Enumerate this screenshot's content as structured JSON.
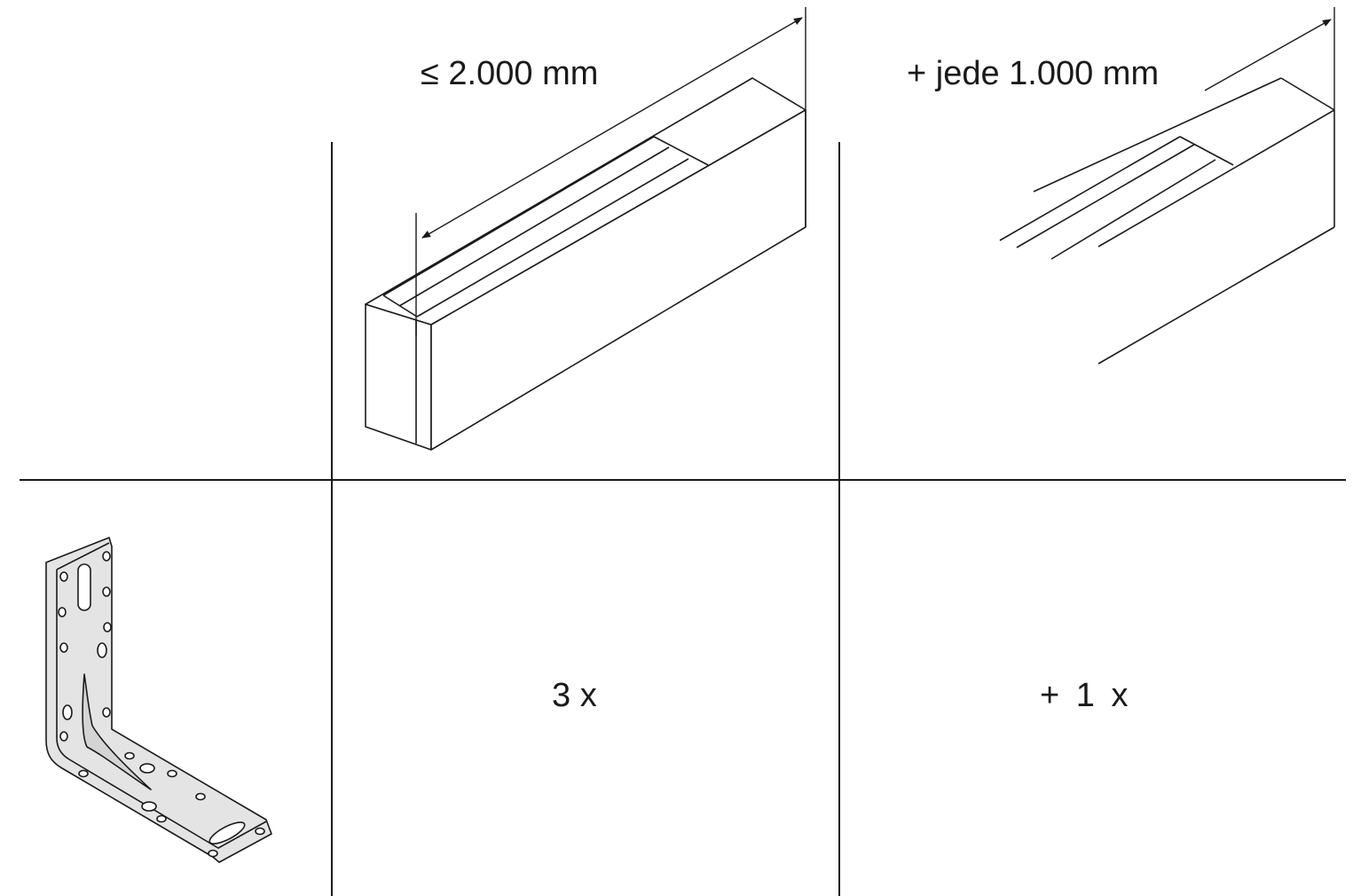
{
  "labels": {
    "length_max": "≤ 2.000 mm",
    "length_additional": "+ jede 1.000 mm",
    "count_base": "3 x",
    "count_additional": "+  1 x"
  },
  "colors": {
    "line": "#1a1a1a",
    "bracket_fill": "#e4e4e4",
    "background": "#ffffff"
  },
  "icons": [
    "timber-beam-icon",
    "beam-extension-icon",
    "angle-bracket-icon"
  ]
}
